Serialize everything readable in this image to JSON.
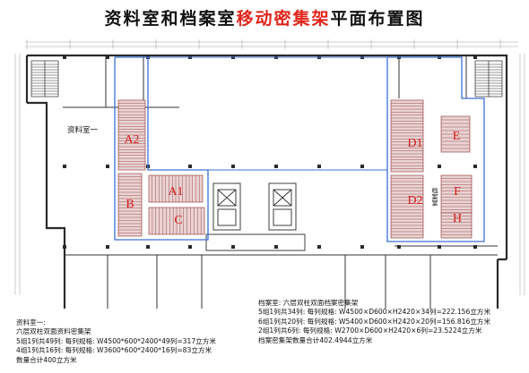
{
  "title": {
    "before": "资料室和档案室",
    "highlight": "移动密集架",
    "after": "平面布置图"
  },
  "colors": {
    "wall": "#2a2a2a",
    "zone_outline": "#3a6fd8",
    "zone_label": "#d42020",
    "shelving_fill": "#e9d3d3",
    "shelving_line": "#8a2b2b",
    "highlight": "#e0261c"
  },
  "rooms": {
    "ziliao": "资料室一",
    "dangan": "档案室"
  },
  "zones": [
    "A1",
    "A2",
    "B",
    "C",
    "D1",
    "D2",
    "E",
    "F",
    "H"
  ],
  "notes": {
    "left": [
      "资料室一:",
      "六层双柱双面资料密集架",
      "5组1列共49列: 每列规格: W4500*600*2400*49列=317立方米",
      "4组1列共16列: 每列规格: W3600*600*2400*16列=83立方米",
      "数量合计400立方米"
    ],
    "right": [
      "档案室:  六层双柱双面档案密集架",
      "5组1列共34列: 每列规格: W4500×D600×H2420×34列=222.156立方米",
      "6组1列共20列: 每列规格: W5400×D600×H2420×20列=156.816立方米",
      "2组1列共6列: 每列规格: W2700×D600×H2420×6列=23.5224立方米",
      "档案密集架数量合计402.4944立方米"
    ]
  }
}
